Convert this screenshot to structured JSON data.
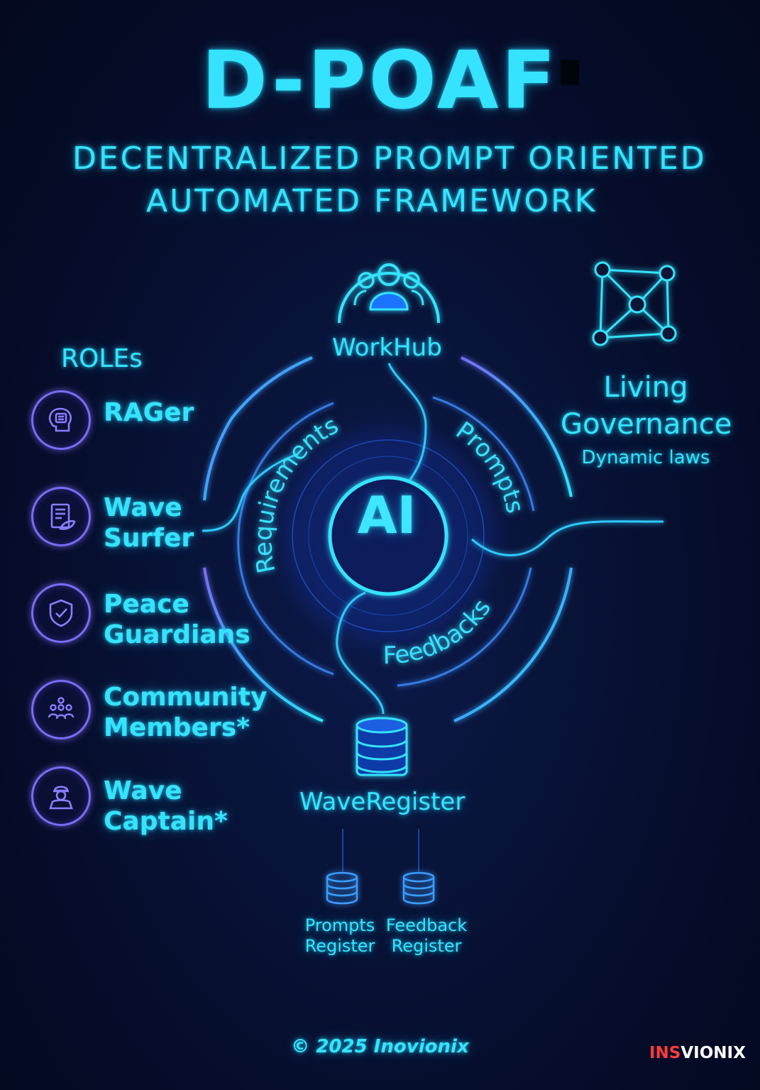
{
  "header": {
    "title": "D-POAF",
    "subtitle_line1": "DECENTRALIZED PROMPT ORIENTED",
    "subtitle_line2": "AUTOMATED FRAMEWORK"
  },
  "roles": {
    "heading": "ROLEs",
    "items": [
      {
        "line1": "RAGer",
        "line2": "",
        "icon": "brain-document-icon"
      },
      {
        "line1": "Wave",
        "line2": "Surfer",
        "icon": "document-leaf-icon"
      },
      {
        "line1": "Peace",
        "line2": "Guardians",
        "icon": "shield-check-icon"
      },
      {
        "line1": "Community",
        "line2": "Members*",
        "icon": "people-group-icon"
      },
      {
        "line1": "Wave",
        "line2": "Captain*",
        "icon": "captain-icon"
      }
    ]
  },
  "cycle": {
    "center": "AI",
    "segments": [
      "Requirements",
      "Prompts",
      "Feedbacks"
    ]
  },
  "workhub": {
    "label": "WorkHub",
    "icon": "users-group-icon"
  },
  "governance": {
    "title_line1": "Living",
    "title_line2": "Governance",
    "subtitle": "Dynamic laws",
    "icon": "network-graph-icon"
  },
  "waveregister": {
    "label": "WaveRegister",
    "icon": "database-icon",
    "sub_registers": [
      {
        "line1": "Prompts",
        "line2": "Register",
        "icon": "database-icon"
      },
      {
        "line1": "Feedback",
        "line2": "Register",
        "icon": "database-icon"
      }
    ]
  },
  "footer": {
    "copyright": "© 2025 Inovionix",
    "brand_part1": "INS",
    "brand_part2": "VIONIX"
  },
  "colors": {
    "background": "#050b26",
    "accent_cyan": "#35e3ff",
    "accent_violet": "#7a6cf5",
    "brand_red": "#ff3b3b"
  }
}
